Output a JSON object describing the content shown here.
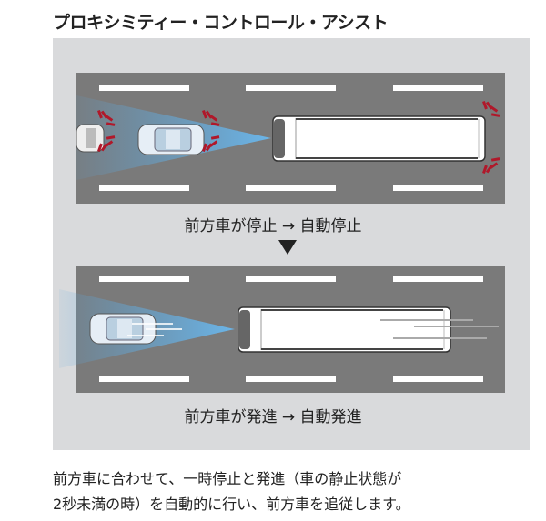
{
  "title": "プロキシミティー・コントロール・アシスト",
  "captions": {
    "stop": "前方車が停止 → 自動停止",
    "start": "前方車が発進 → 自動発進"
  },
  "description": [
    "前方車に合わせて、一時停止と発進（車の静止状態が",
    "2秒未満の時）を自動的に行い、前方車を追従します。"
  ],
  "colors": {
    "panel": "#d9dadc",
    "road": "#7a7a7a",
    "sensor": "#5aa8e0",
    "brake": "#b0182a"
  }
}
